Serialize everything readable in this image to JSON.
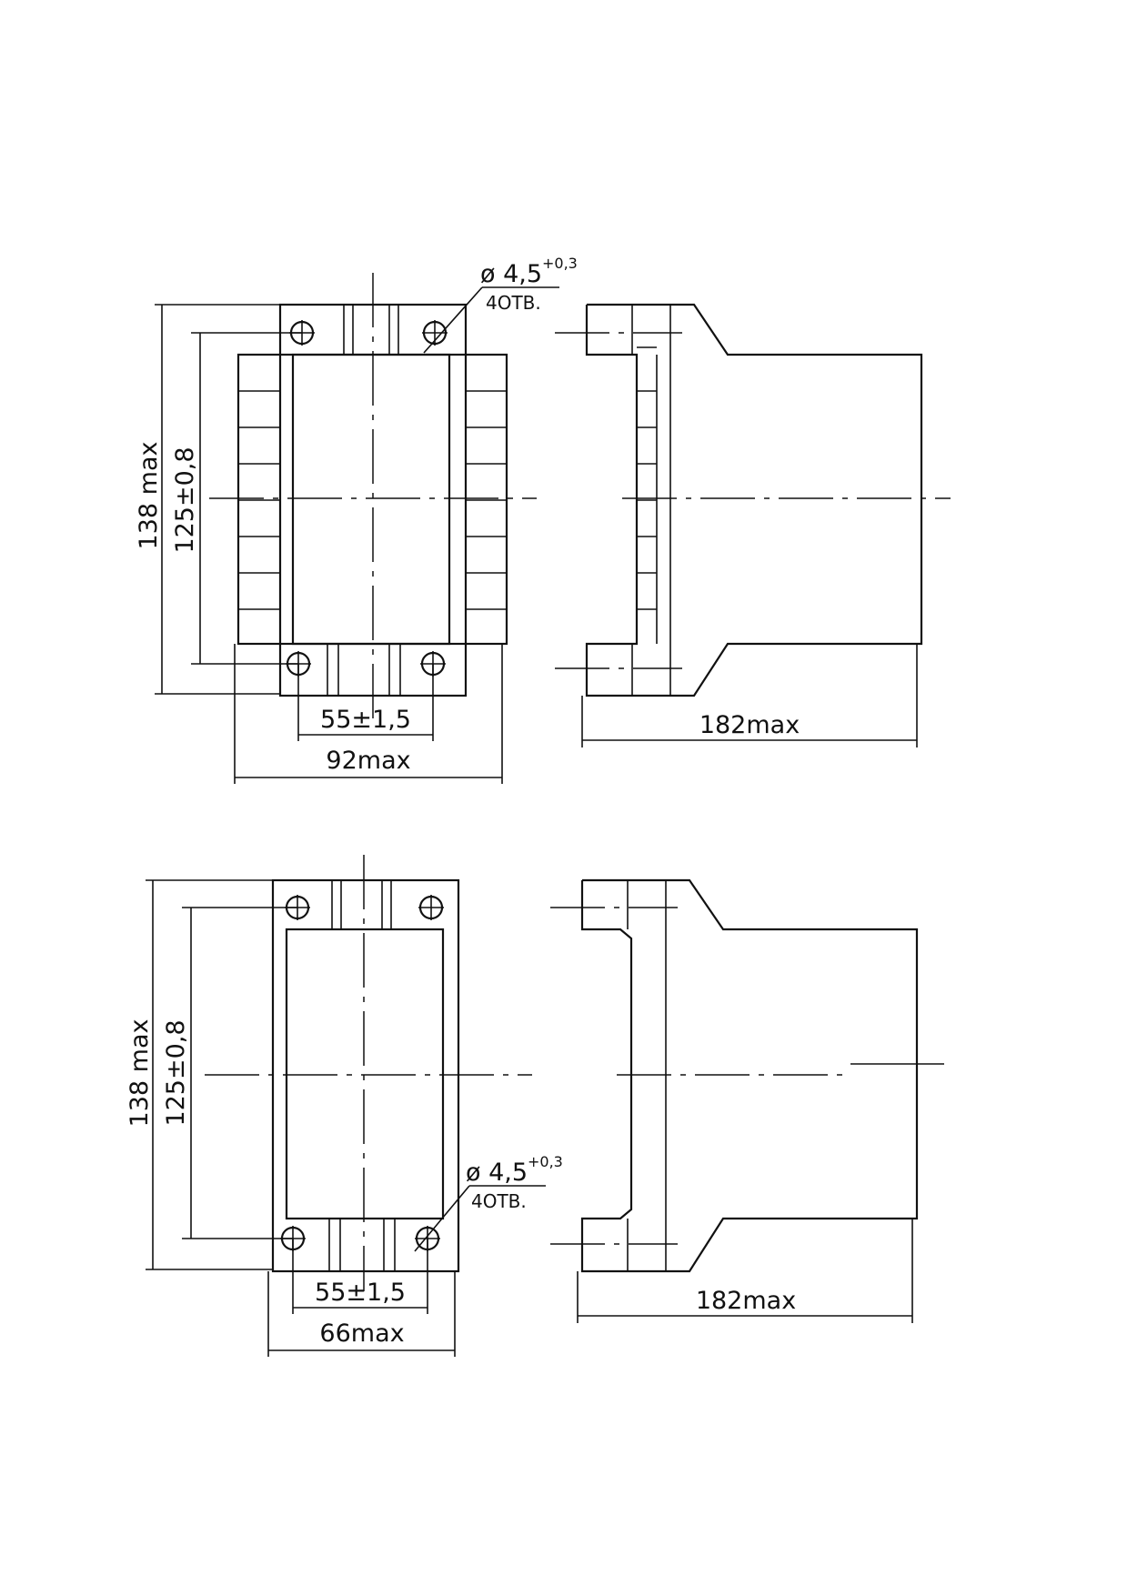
{
  "colors": {
    "ink": "#111111",
    "paper": "#ffffff"
  },
  "drawings": [
    {
      "id": "top",
      "dims": {
        "height_total": "138 max",
        "hole_pitch_vertical": "125±0,8",
        "hole_pitch_horizontal": "55±1,5",
        "width_total": "92max",
        "depth_total": "182max"
      },
      "hole_callout": {
        "diameter": "ø 4,5",
        "tolerance": "+0,3",
        "count": "4ОТВ."
      }
    },
    {
      "id": "bottom",
      "dims": {
        "height_total": "138 max",
        "hole_pitch_vertical": "125±0,8",
        "hole_pitch_horizontal": "55±1,5",
        "width_total": "66max",
        "depth_total": "182max"
      },
      "hole_callout": {
        "diameter": "ø 4,5",
        "tolerance": "+0,3",
        "count": "4ОТВ."
      }
    }
  ]
}
